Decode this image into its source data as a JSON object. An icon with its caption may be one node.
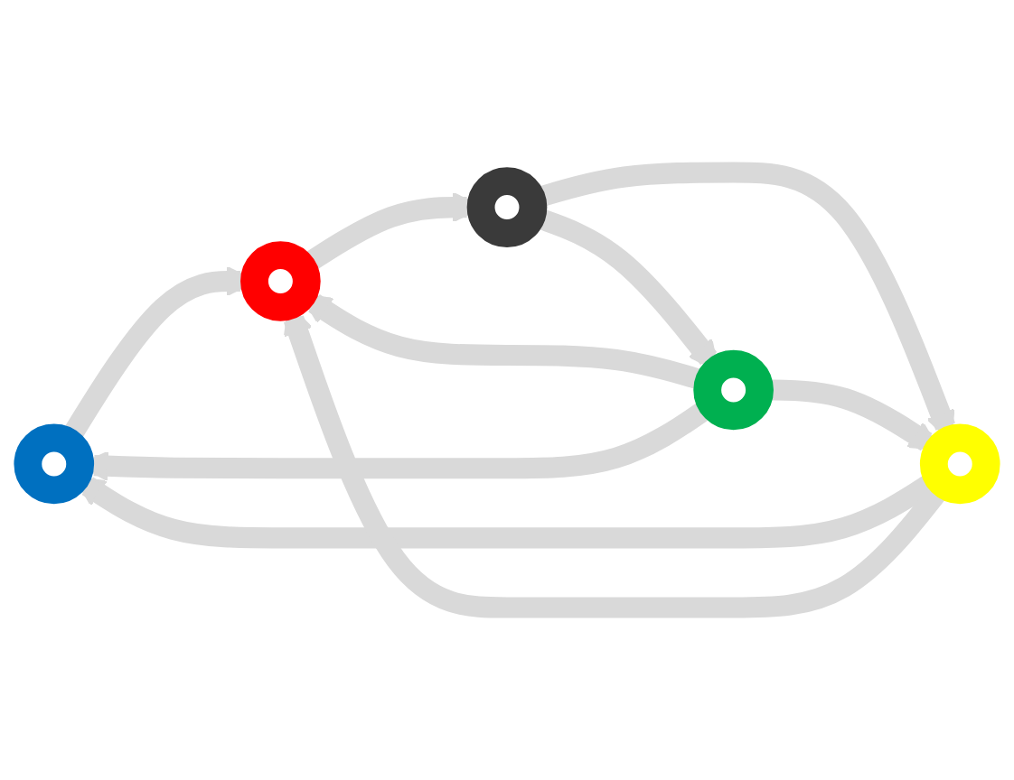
{
  "diagram": {
    "nodes": [
      {
        "text": [],
        "shape": "circle"
      },
      {
        "text": [],
        "shape": "circle"
      },
      {
        "text": [],
        "shape": "circle"
      },
      {
        "text": [],
        "shape": "circle"
      },
      {
        "text": [],
        "shape": "circle"
      }
    ],
    "edges": [
      {
        "from": 1,
        "to": 0,
        "arrow": "to"
      },
      {
        "from": 1,
        "to": 2,
        "arrow": "to"
      },
      {
        "from": 0,
        "to": 2,
        "arrow": "to"
      },
      {
        "from": 2,
        "to": 3,
        "arrow": "to"
      },
      {
        "from": 3,
        "to": 1,
        "arrow": "to"
      },
      {
        "from": 3,
        "to": 4,
        "arrow": "to"
      },
      {
        "from": 4,
        "to": 2,
        "arrow": "to"
      },
      {
        "from": 4,
        "to": 0,
        "arrow": "to"
      },
      {
        "from": 4,
        "to": 1,
        "arrow": "to"
      }
    ]
  }
}
